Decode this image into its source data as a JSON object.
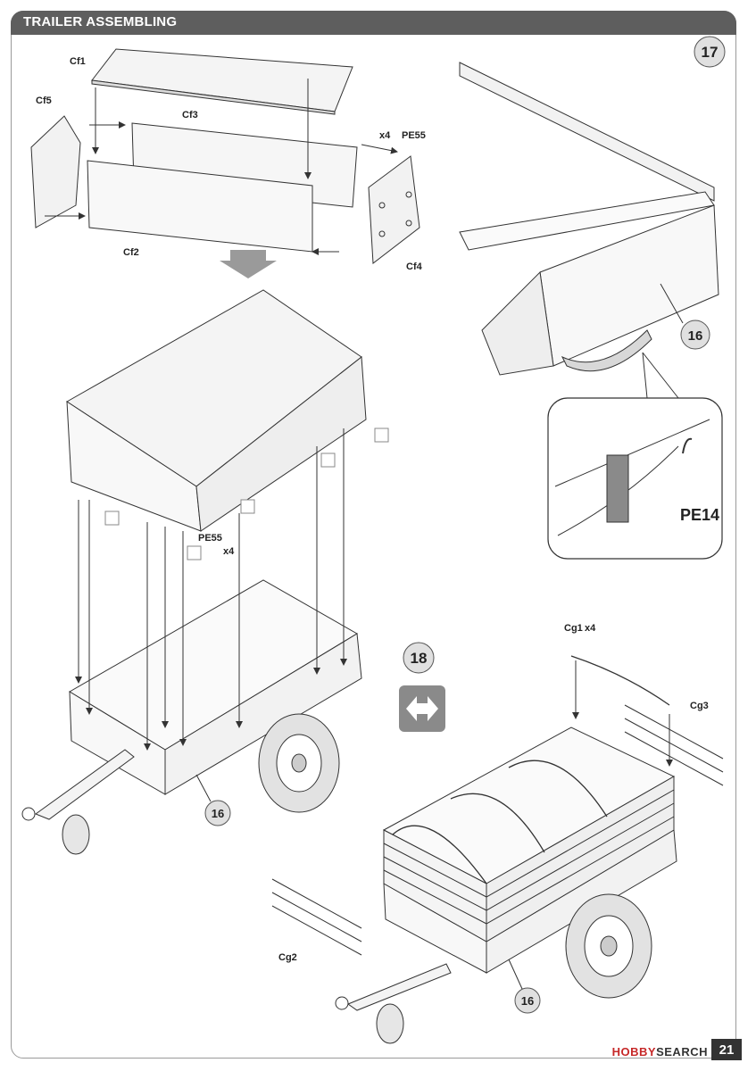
{
  "header": {
    "title": "TRAILER ASSEMBLING"
  },
  "steps": {
    "step17": "17",
    "step18": "18"
  },
  "callouts": {
    "part16_a": "16",
    "part16_b": "16",
    "part16_c": "16"
  },
  "parts": {
    "cf1": "Cf1",
    "cf2": "Cf2",
    "cf3": "Cf3",
    "cf4": "Cf4",
    "cf5": "Cf5",
    "pe55_top": "PE55",
    "pe55_mid": "PE55",
    "pe14": "PE14",
    "cg1": "Cg1",
    "cg2": "Cg2",
    "cg3": "Cg3"
  },
  "quantities": {
    "pe55_top": "x4",
    "pe55_mid": "x4",
    "cg1": "x4"
  },
  "footer": {
    "page_number": "21",
    "watermark_brand": "HOBBY",
    "watermark_rest": "SEARCH"
  },
  "colors": {
    "header": "#5e5e5e",
    "ink": "#333333",
    "panel": "#ececec",
    "arrow": "#9a9a9a"
  }
}
